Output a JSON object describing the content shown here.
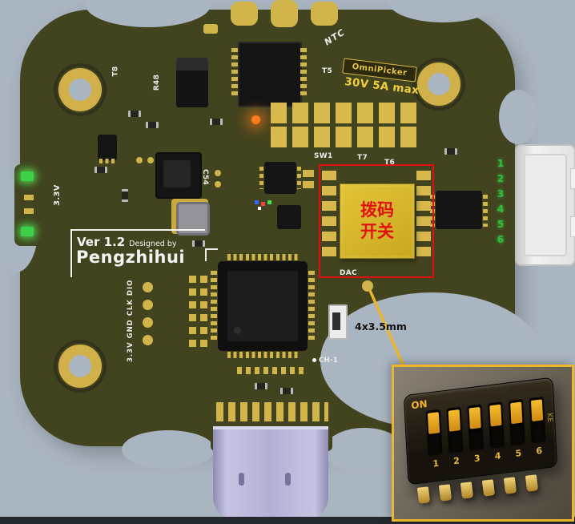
{
  "colors": {
    "background": "#a9b5c1",
    "board": "#42431f",
    "gold": "#d2b54a",
    "annotation_red": "#e60f0f",
    "callout_yellow": "#ecb62c",
    "pin_green": "#2fbf3f"
  },
  "board": {
    "silkscreen": {
      "t8": "T8",
      "r48": "R48",
      "t5": "T5",
      "ntc": "NTC",
      "sw1": "SW1",
      "t7": "T7",
      "t6": "T6",
      "c54": "C54",
      "rail_3v3": "3.3V",
      "ver": "Ver 1.2",
      "designed_by": "Designed by",
      "author": "Pengzhihui",
      "swd_pads": "3.3V GND CLK DIO",
      "dac": "DAC",
      "ch1": "CH-1"
    },
    "badge": {
      "brand": "OmniPicker",
      "rating": "30V 5A max"
    },
    "connector_pins": [
      "1",
      "2",
      "3",
      "4",
      "5",
      "6"
    ]
  },
  "annotations": {
    "dip_switch_line1": "拨码",
    "dip_switch_line2": "开关",
    "dimension": "4x3.5mm"
  },
  "inset": {
    "on_label": "ON",
    "side_label": "KE",
    "pin_numbers": [
      "1",
      "2",
      "3",
      "4",
      "5",
      "6"
    ]
  }
}
